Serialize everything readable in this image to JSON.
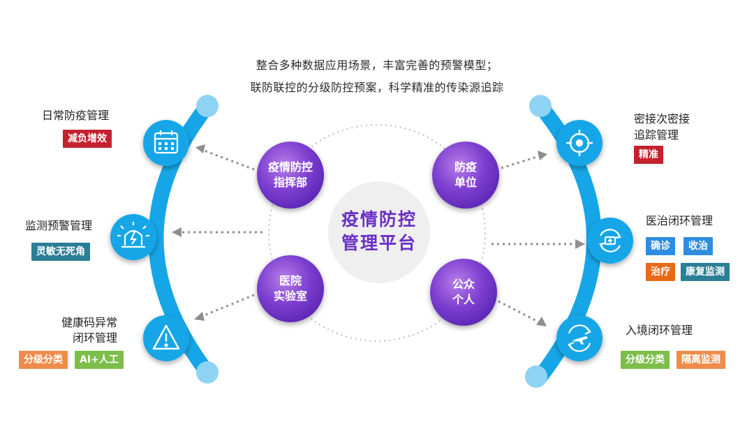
{
  "header": {
    "line1": "整合多种数据应用场景，丰富完善的预警模型；",
    "line2": "联防联控的分级防控预案，科学精准的传染源追踪"
  },
  "center": {
    "line1": "疫情防控",
    "line2": "管理平台"
  },
  "inner_nodes": {
    "command": {
      "line1": "疫情防控",
      "line2": "指挥部"
    },
    "unit": {
      "line1": "防疫",
      "line2": "单位"
    },
    "lab": {
      "line1": "医院",
      "line2": "实验室"
    },
    "public": {
      "line1": "公众",
      "line2": "个人"
    }
  },
  "left": {
    "daily": {
      "title": "日常防疫管理",
      "tags": [
        "减负增效"
      ],
      "icon": "calendar-icon"
    },
    "monitor": {
      "title": "监测预警管理",
      "tags": [
        "灵敏无死角"
      ],
      "icon": "alarm-light-icon"
    },
    "healthcode": {
      "title_line1": "健康码异常",
      "title_line2": "闭环管理",
      "tags": [
        "分级分类",
        "AI+人工"
      ],
      "icon": "warning-icon"
    }
  },
  "right": {
    "contact": {
      "title_line1": "密接次密接",
      "title_line2": "追踪管理",
      "tags": [
        "精准"
      ],
      "icon": "target-icon"
    },
    "medical": {
      "title": "医治闭环管理",
      "tags": [
        "确诊",
        "收治",
        "治疗",
        "康复监测"
      ],
      "icon": "medical-cycle-icon"
    },
    "entry": {
      "title": "入境闭环管理",
      "tags": [
        "分级分类",
        "隔离监测"
      ],
      "icon": "plane-cycle-icon"
    }
  },
  "colors": {
    "arc_blue": "#16a6e8",
    "arc_end_light": "#8fd3f4",
    "node_purple": "#6a2fc4",
    "center_bg": "#efefef",
    "tag_red": "#c3212e",
    "tag_teal": "#2a7e95",
    "tag_orange": "#ef8c4c",
    "tag_green": "#7dbe4a",
    "tag_blue": "#2f8de0",
    "tag_orange_dark": "#e76a18"
  }
}
